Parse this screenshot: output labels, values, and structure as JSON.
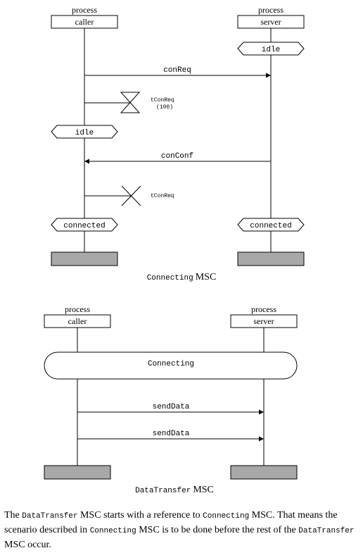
{
  "connecting": {
    "caller": {
      "kind": "process",
      "name": "caller"
    },
    "server": {
      "kind": "process",
      "name": "server"
    },
    "server_state_idle": "idle",
    "msg_conreq": "conReq",
    "timer_set_name": "tConReq",
    "timer_set_value": "(100)",
    "caller_state_idle": "idle",
    "msg_conconf": "conConf",
    "timer_reset_name": "tConReq",
    "caller_state_connected": "connected",
    "server_state_connected": "connected",
    "caption_code": "Connecting",
    "caption_text": "MSC"
  },
  "datatransfer": {
    "caller": {
      "kind": "process",
      "name": "caller"
    },
    "server": {
      "kind": "process",
      "name": "server"
    },
    "reference": "Connecting",
    "msg1": "sendData",
    "msg2": "sendData",
    "caption_code": "DataTransfer",
    "caption_text": "MSC"
  },
  "description": {
    "p1": "The ",
    "c1": "DataTransfer",
    "p2": " MSC starts with a reference to ",
    "c2": "Connecting",
    "p3": " MSC. That means the scenario described in ",
    "c3": "Connecting",
    "p4": " MSC is to be done before the rest of the ",
    "c4": "DataTransfer",
    "p5": " MSC occur."
  }
}
